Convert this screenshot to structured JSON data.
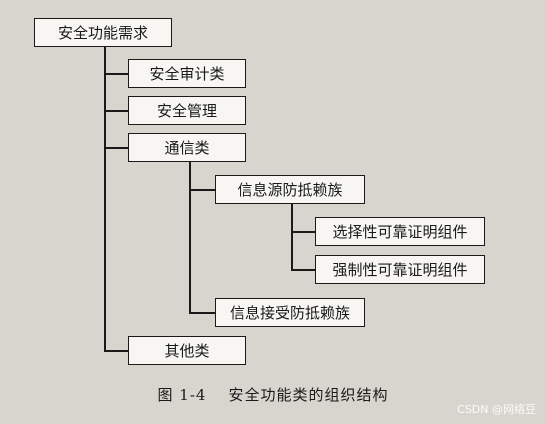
{
  "nodes": {
    "root": "安全功能需求",
    "audit": "安全审计类",
    "management": "安全管理",
    "communication": "通信类",
    "origin_nonrepudiation": "信息源防抵赖族",
    "selective_proof": "选择性可靠证明组件",
    "enforced_proof": "强制性可靠证明组件",
    "receipt_nonrepudiation": "信息接受防抵赖族",
    "other": "其他类"
  },
  "caption": {
    "number": "图 1-4",
    "title": "安全功能类的组织结构"
  },
  "watermark": "CSDN @网络豆"
}
